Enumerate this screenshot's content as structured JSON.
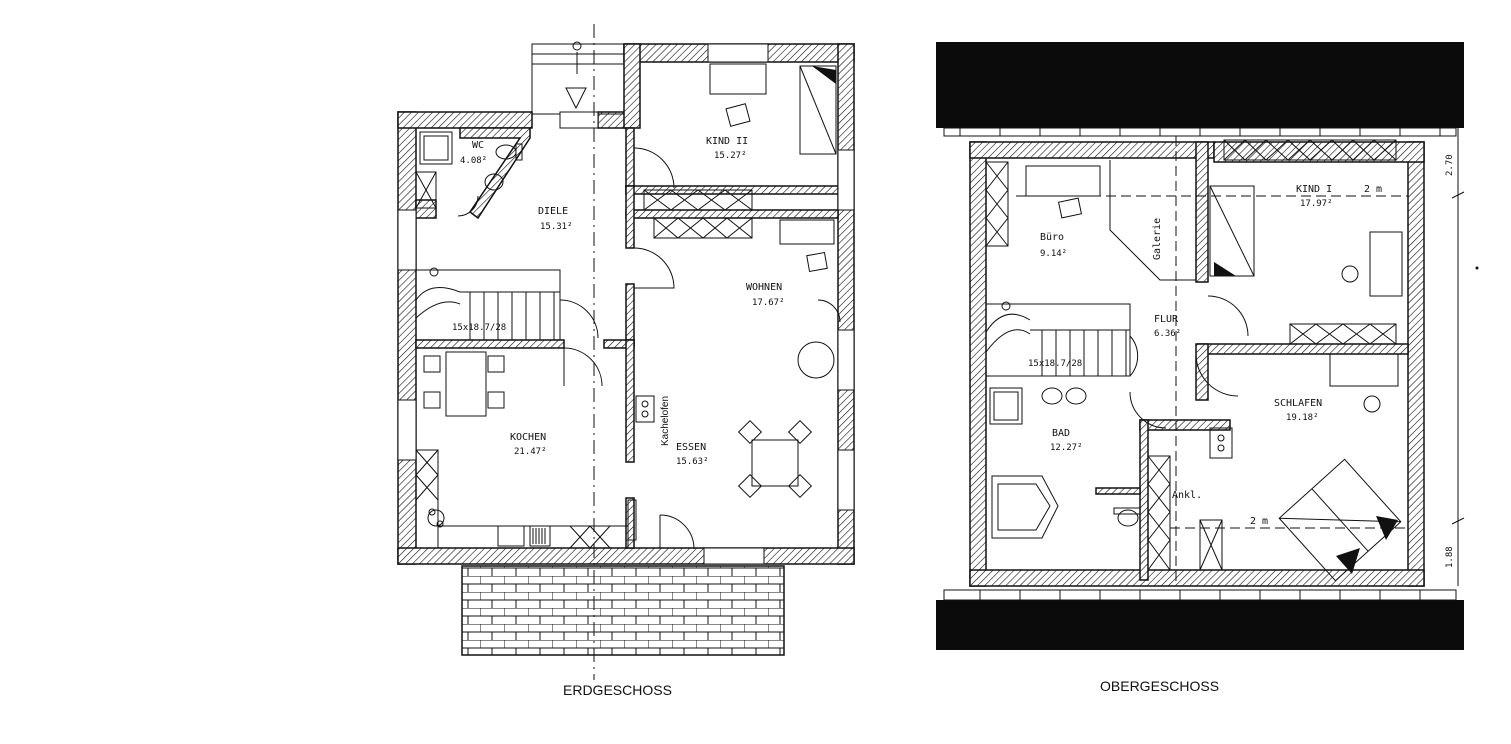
{
  "colors": {
    "ink": "#111111",
    "paper": "#ffffff",
    "roof": "#0b0b0b"
  },
  "erdgeschoss": {
    "caption": "ERDGESCHOSS",
    "rooms": {
      "wc": {
        "name": "WC",
        "area": "4.08²"
      },
      "kind2": {
        "name": "KIND II",
        "area": "15.27²"
      },
      "diele": {
        "name": "DIELE",
        "area": "15.31²"
      },
      "wohnen": {
        "name": "WOHNEN",
        "area": "17.67²"
      },
      "kochen": {
        "name": "KOCHEN",
        "area": "21.47²"
      },
      "essen": {
        "name": "ESSEN",
        "area": "15.63²"
      }
    },
    "stairs_label": "15x18.7/28",
    "stove_label": "Kachelofen"
  },
  "obergeschoss": {
    "caption": "OBERGESCHOSS",
    "rooms": {
      "buero": {
        "name": "Büro",
        "area": "9.14²"
      },
      "galerie": {
        "name": "Galerie"
      },
      "kind1": {
        "name": "KIND I",
        "area": "17.97²"
      },
      "flur": {
        "name": "FLUR",
        "area": "6.36²"
      },
      "schlafen": {
        "name": "SCHLAFEN",
        "area": "19.18²"
      },
      "bad": {
        "name": "BAD",
        "area": "12.27²"
      },
      "ankl": {
        "name": "Ankl."
      }
    },
    "stairs_label": "15x18.7/28",
    "height_marks": {
      "upper": "2 m",
      "lower": "2 m"
    },
    "dimensions": {
      "top": "2.70",
      "bottom": "1.88"
    }
  }
}
